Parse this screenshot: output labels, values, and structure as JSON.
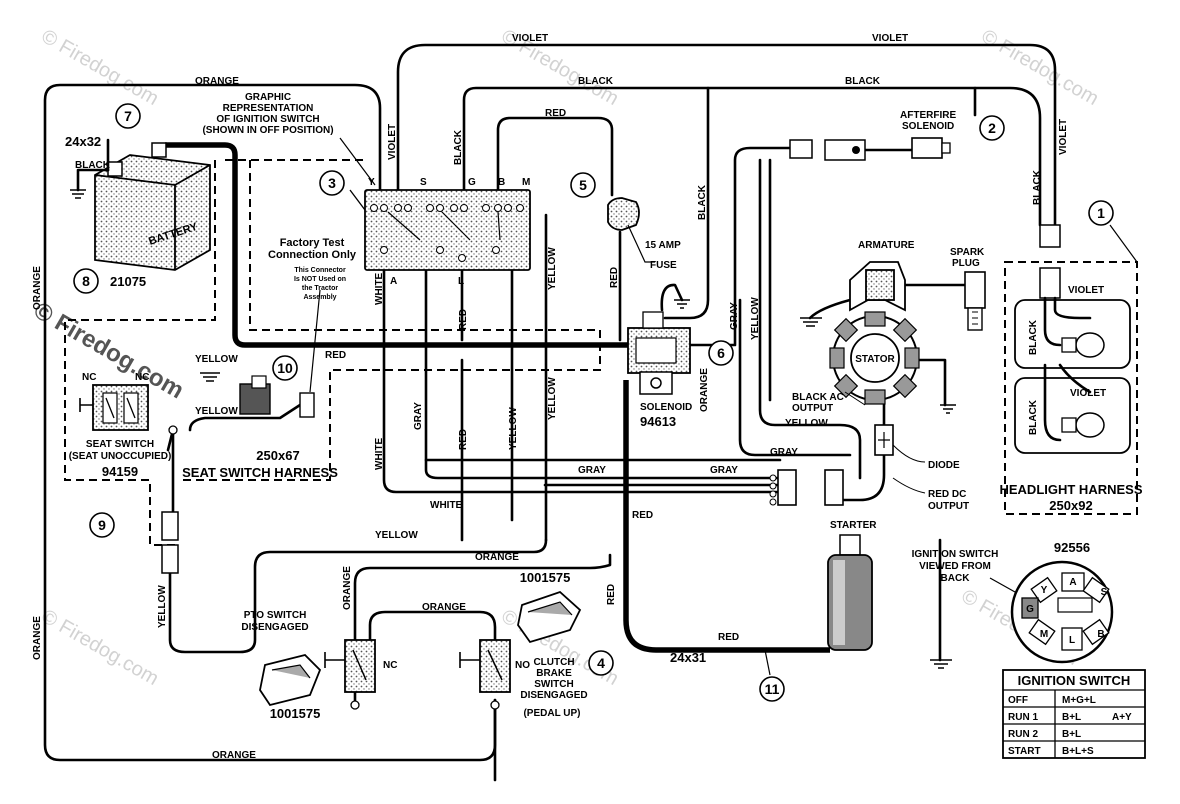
{
  "wire_labels": {
    "orange": "ORANGE",
    "violet": "VIOLET",
    "black": "BLACK",
    "red": "RED",
    "white": "WHITE",
    "gray": "GRAY",
    "yellow": "YELLOW"
  },
  "callouts": [
    "1",
    "2",
    "3",
    "4",
    "5",
    "6",
    "7",
    "8",
    "9",
    "10",
    "11"
  ],
  "labels": {
    "graphic_rep": [
      "GRAPHIC",
      "REPRESENTATION",
      "OF IGNITION SWITCH",
      "(SHOWN IN OFF POSITION)"
    ],
    "factory_test": [
      "Factory Test",
      "Connection Only"
    ],
    "connector_note": [
      "This Connector",
      "Is NOT Used on",
      "the Tractor",
      "Assembly"
    ],
    "battery": "BATTERY",
    "battery_cable": "24x32",
    "battery_part": "21075",
    "seat_switch": [
      "SEAT SWITCH",
      "(SEAT UNOCCUPIED)"
    ],
    "seat_switch_part": "94159",
    "seat_harness_part": "250x67",
    "seat_harness": "SEAT SWITCH HARNESS",
    "nc": "NC",
    "no": "NO",
    "afterfire": [
      "AFTERFIRE",
      "SOLENOID"
    ],
    "fuse": [
      "15 AMP",
      "FUSE"
    ],
    "armature": "ARMATURE",
    "spark_plug": [
      "SPARK",
      "PLUG"
    ],
    "stator": "STATOR",
    "black_ac": [
      "BLACK AC",
      "OUTPUT"
    ],
    "diode": "DIODE",
    "red_dc": [
      "RED DC",
      "OUTPUT"
    ],
    "solenoid": "SOLENOID",
    "solenoid_part": "94613",
    "starter": "STARTER",
    "starter_cable": "24x31",
    "headlight_harness": "HEADLIGHT HARNESS",
    "headlight_part": "250x92",
    "pto_switch": [
      "PTO SWITCH",
      "DISENGAGED"
    ],
    "pto_part": "1001575",
    "clutch_switch": [
      "CLUTCH",
      "BRAKE",
      "SWITCH",
      "DISENGAGED"
    ],
    "clutch_part": "1001575",
    "pedal_up": "(PEDAL UP)",
    "ign_view": [
      "IGNITION SWITCH",
      "VIEWED FROM",
      "BACK"
    ],
    "ign_part": "92556"
  },
  "ignition_terminals": {
    "top_row": [
      "Y",
      "S",
      "G",
      "B",
      "M"
    ],
    "bottom": [
      "A",
      "L"
    ],
    "back_view": [
      "A",
      "S",
      "Y",
      "G",
      "B",
      "M",
      "L"
    ]
  },
  "ignition_table": {
    "title": "IGNITION SWITCH",
    "rows": [
      {
        "pos": "OFF",
        "circuit": "M+G+L",
        "extra": ""
      },
      {
        "pos": "RUN 1",
        "circuit": "B+L",
        "extra": "A+Y"
      },
      {
        "pos": "RUN 2",
        "circuit": "B+L",
        "extra": ""
      },
      {
        "pos": "START",
        "circuit": "B+L+S",
        "extra": ""
      }
    ]
  },
  "watermark": "© Firedog.com"
}
